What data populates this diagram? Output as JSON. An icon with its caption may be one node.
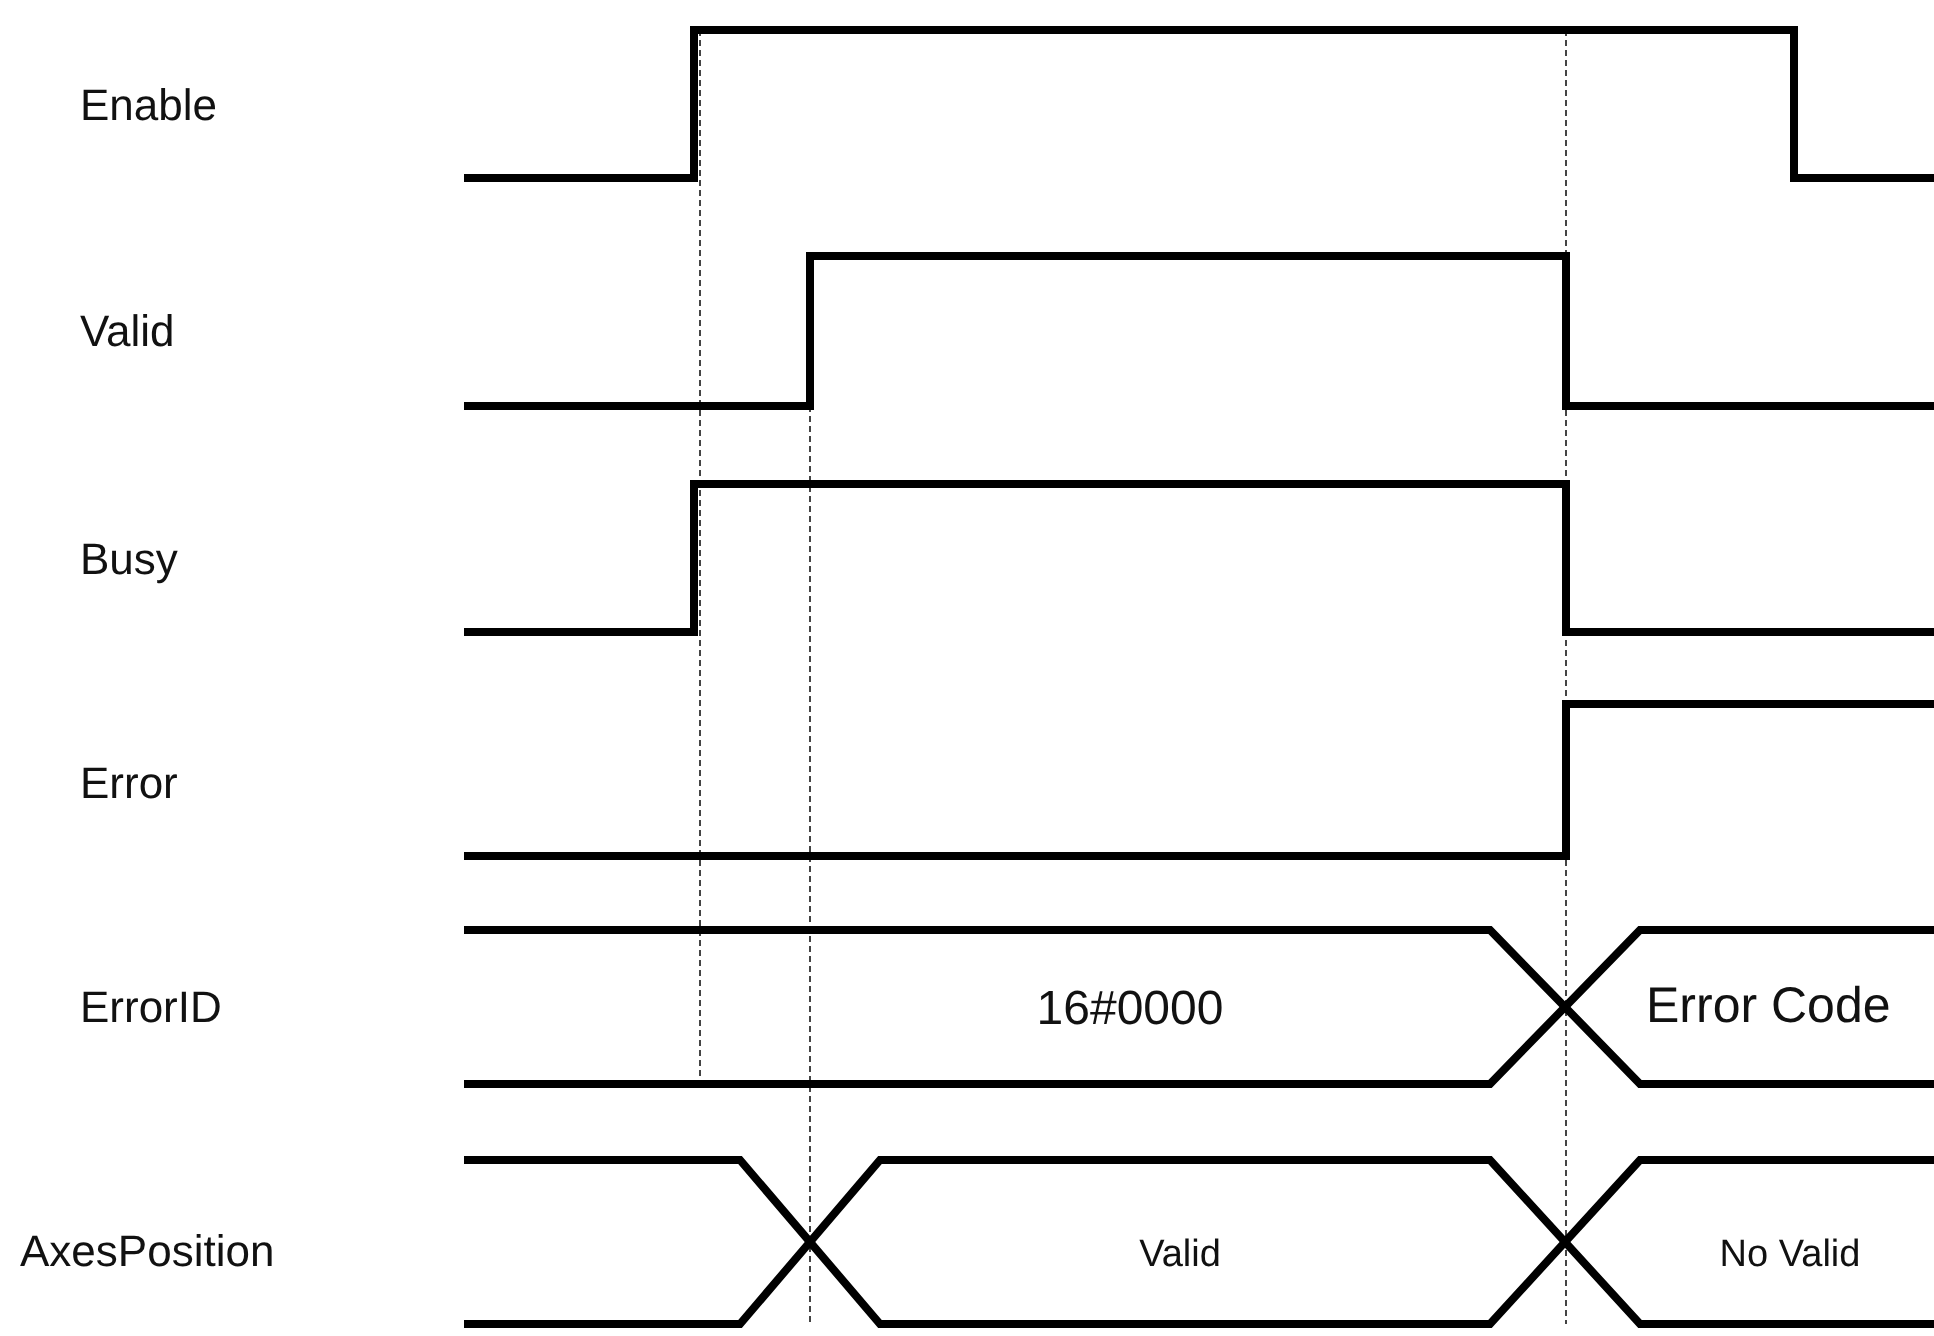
{
  "diagram": {
    "labels": [
      "Enable",
      "Valid",
      "Busy",
      "Error",
      "ErrorID",
      "16#0000",
      "Error Code",
      "AxesPosition",
      "Valid",
      "No Valid"
    ]
  }
}
